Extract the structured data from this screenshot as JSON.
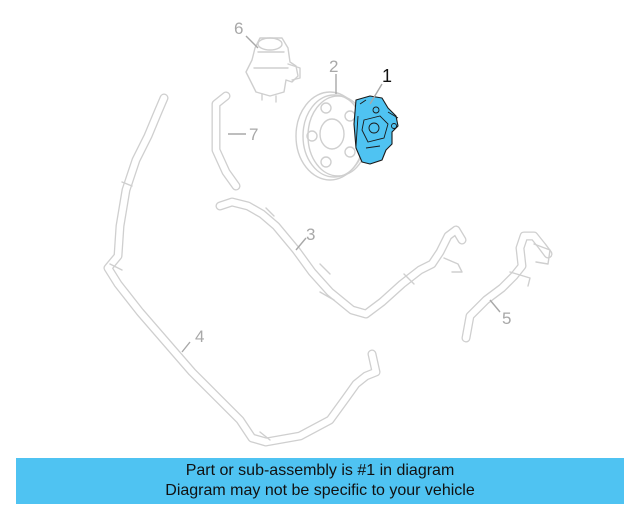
{
  "diagram": {
    "callouts": {
      "part_1": "1",
      "part_2": "2",
      "part_3": "3",
      "part_4": "4",
      "part_5": "5",
      "part_6": "6",
      "part_7": "7"
    },
    "highlight_color": "#4fc3f2",
    "line_color": "#cfcfcf"
  },
  "footer": {
    "line1": "Part or sub-assembly is #1 in diagram",
    "line2": "Diagram may not be specific to your vehicle",
    "background": "#4fc3f2"
  }
}
